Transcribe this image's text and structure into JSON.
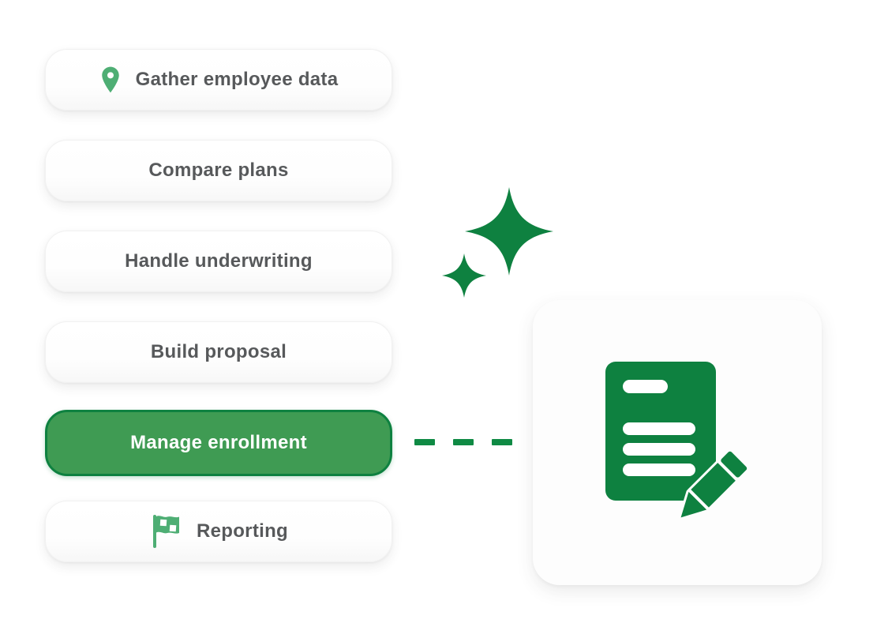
{
  "colors": {
    "dark_green": "#0e8140",
    "active_fill_green": "#3f9b53",
    "light_icon_green": "#4eae74",
    "dash_green": "#0f8a44",
    "text_gray": "#57595b",
    "pill_white": "#ffffff"
  },
  "steps": [
    {
      "label": "Gather employee data",
      "icon": "location-pin-icon",
      "state": "default"
    },
    {
      "label": "Compare plans",
      "icon": null,
      "state": "default"
    },
    {
      "label": "Handle underwriting",
      "icon": null,
      "state": "default"
    },
    {
      "label": "Build proposal",
      "icon": null,
      "state": "default"
    },
    {
      "label": "Manage enrollment",
      "icon": null,
      "state": "active"
    },
    {
      "label": "Reporting",
      "icon": "checkered-flag-icon",
      "state": "default"
    }
  ],
  "decorations": {
    "sparkles": [
      "large-sparkle",
      "small-sparkle"
    ],
    "connector": "dashed-line-green"
  },
  "detail_card": {
    "icon": "document-edit-icon"
  }
}
